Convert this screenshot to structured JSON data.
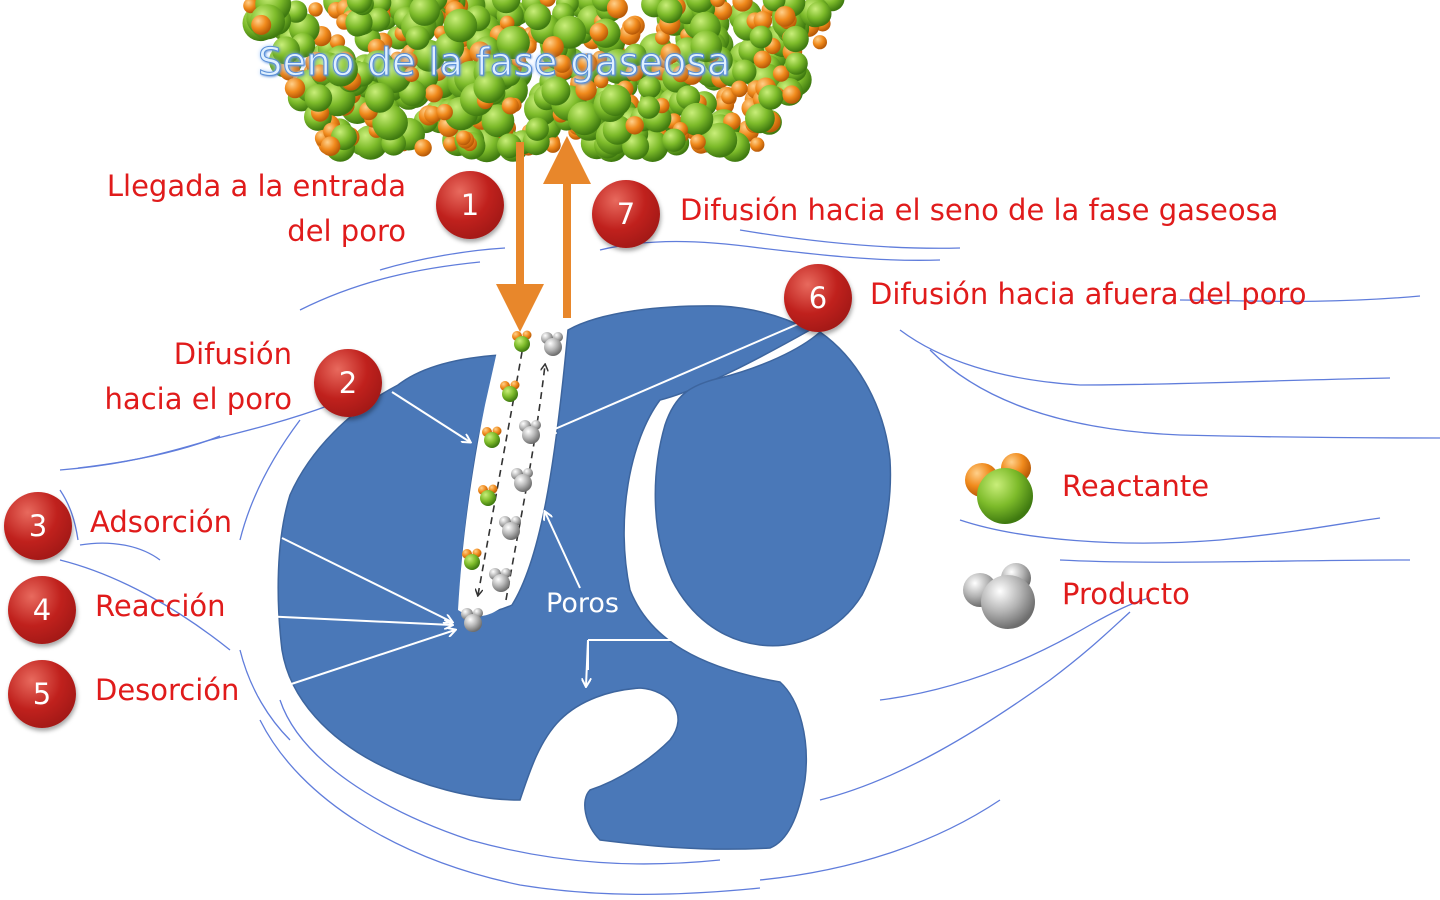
{
  "banner": "Seno de la fase gaseosa",
  "steps": [
    {
      "num": "1",
      "label_line1": "Llegada a la entrada",
      "label_line2": "del poro"
    },
    {
      "num": "2",
      "label_line1": "Difusión",
      "label_line2": "hacia el poro"
    },
    {
      "num": "3",
      "label": "Adsorción"
    },
    {
      "num": "4",
      "label": "Reacción"
    },
    {
      "num": "5",
      "label": "Desorción"
    },
    {
      "num": "6",
      "label": "Difusión hacia afuera del poro"
    },
    {
      "num": "7",
      "label": "Difusión hacia el seno de la fase gaseosa"
    }
  ],
  "pores_label": "Poros",
  "legend": [
    {
      "label": "Reactante",
      "icon": "reactant-molecule-icon"
    },
    {
      "label": "Producto",
      "icon": "product-molecule-icon"
    }
  ],
  "colors": {
    "label_red": "#e01b1b",
    "badge_red": "#c0211d",
    "catalyst_blue": "#4a78b8",
    "flow_lines": "#4f6fd8",
    "arrow_orange": "#e8872b",
    "reactant_green": "#79b928",
    "reactant_orange": "#f08a1c",
    "product_gray": "#a8a8a8"
  }
}
